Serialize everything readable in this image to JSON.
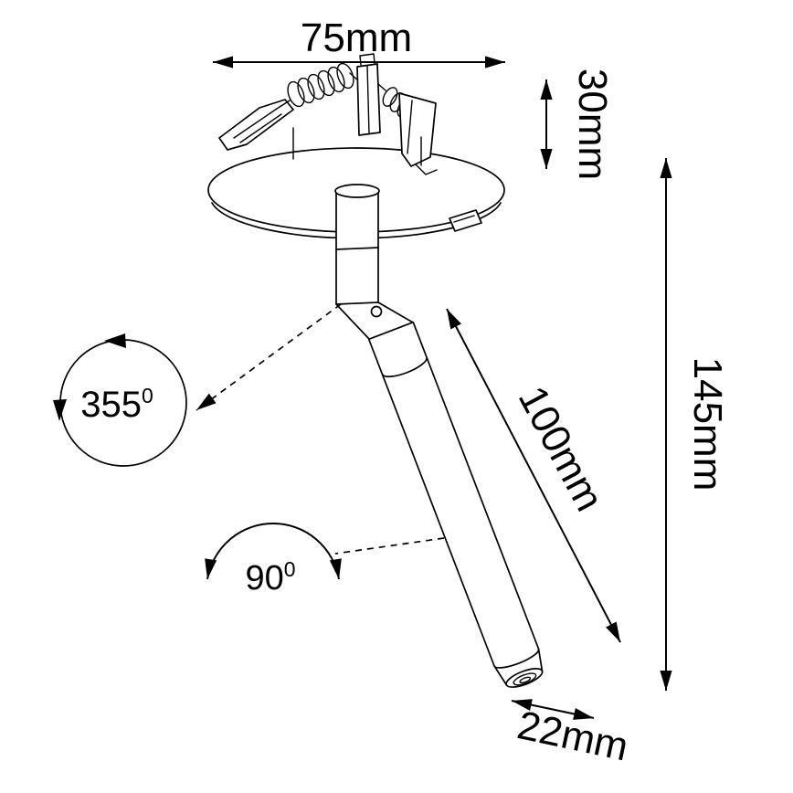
{
  "dimensions": {
    "flange_diameter": "75mm",
    "recess_depth": "30mm",
    "total_height": "145mm",
    "tube_length": "100mm",
    "tube_diameter": "22mm"
  },
  "angles": {
    "rotation_value": "355",
    "rotation_sup": "0",
    "tilt_value": "90",
    "tilt_sup": "0"
  },
  "colors": {
    "line": "#000000",
    "background": "#ffffff"
  }
}
